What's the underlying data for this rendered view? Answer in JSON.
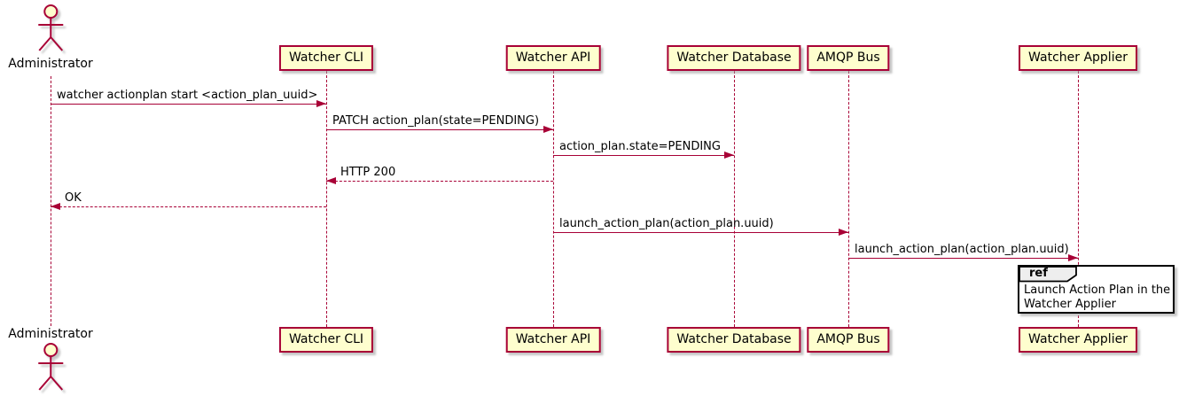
{
  "diagram": {
    "type": "uml-sequence-diagram",
    "colors": {
      "participant_fill": "#FEFECE",
      "participant_border": "#A80036",
      "line_color": "#A80036",
      "text_color": "#000000",
      "ref_border": "#000000",
      "ref_tab_fill": "#EEEEEE",
      "background": "#FFFFFF"
    },
    "actor": {
      "name": "Administrator"
    },
    "participants": [
      {
        "label": "Watcher CLI"
      },
      {
        "label": "Watcher API"
      },
      {
        "label": "Watcher Database"
      },
      {
        "label": "AMQP Bus"
      },
      {
        "label": "Watcher Applier"
      }
    ],
    "messages": [
      {
        "from": "Administrator",
        "to": "Watcher CLI",
        "label": "watcher actionplan start <action_plan_uuid>",
        "style": "solid"
      },
      {
        "from": "Watcher CLI",
        "to": "Watcher API",
        "label": "PATCH action_plan(state=PENDING)",
        "style": "solid"
      },
      {
        "from": "Watcher API",
        "to": "Watcher Database",
        "label": "action_plan.state=PENDING",
        "style": "solid"
      },
      {
        "from": "Watcher API",
        "to": "Watcher CLI",
        "label": "HTTP 200",
        "style": "dashed-return"
      },
      {
        "from": "Watcher CLI",
        "to": "Administrator",
        "label": "OK",
        "style": "dashed-return"
      },
      {
        "from": "Watcher API",
        "to": "AMQP Bus",
        "label": "launch_action_plan(action_plan.uuid)",
        "style": "solid"
      },
      {
        "from": "AMQP Bus",
        "to": "Watcher Applier",
        "label": "launch_action_plan(action_plan.uuid)",
        "style": "solid"
      }
    ],
    "ref_fragment": {
      "keyword": "ref",
      "over": "Watcher Applier",
      "lines": [
        "Launch Action Plan in the",
        "Watcher Applier"
      ]
    }
  }
}
